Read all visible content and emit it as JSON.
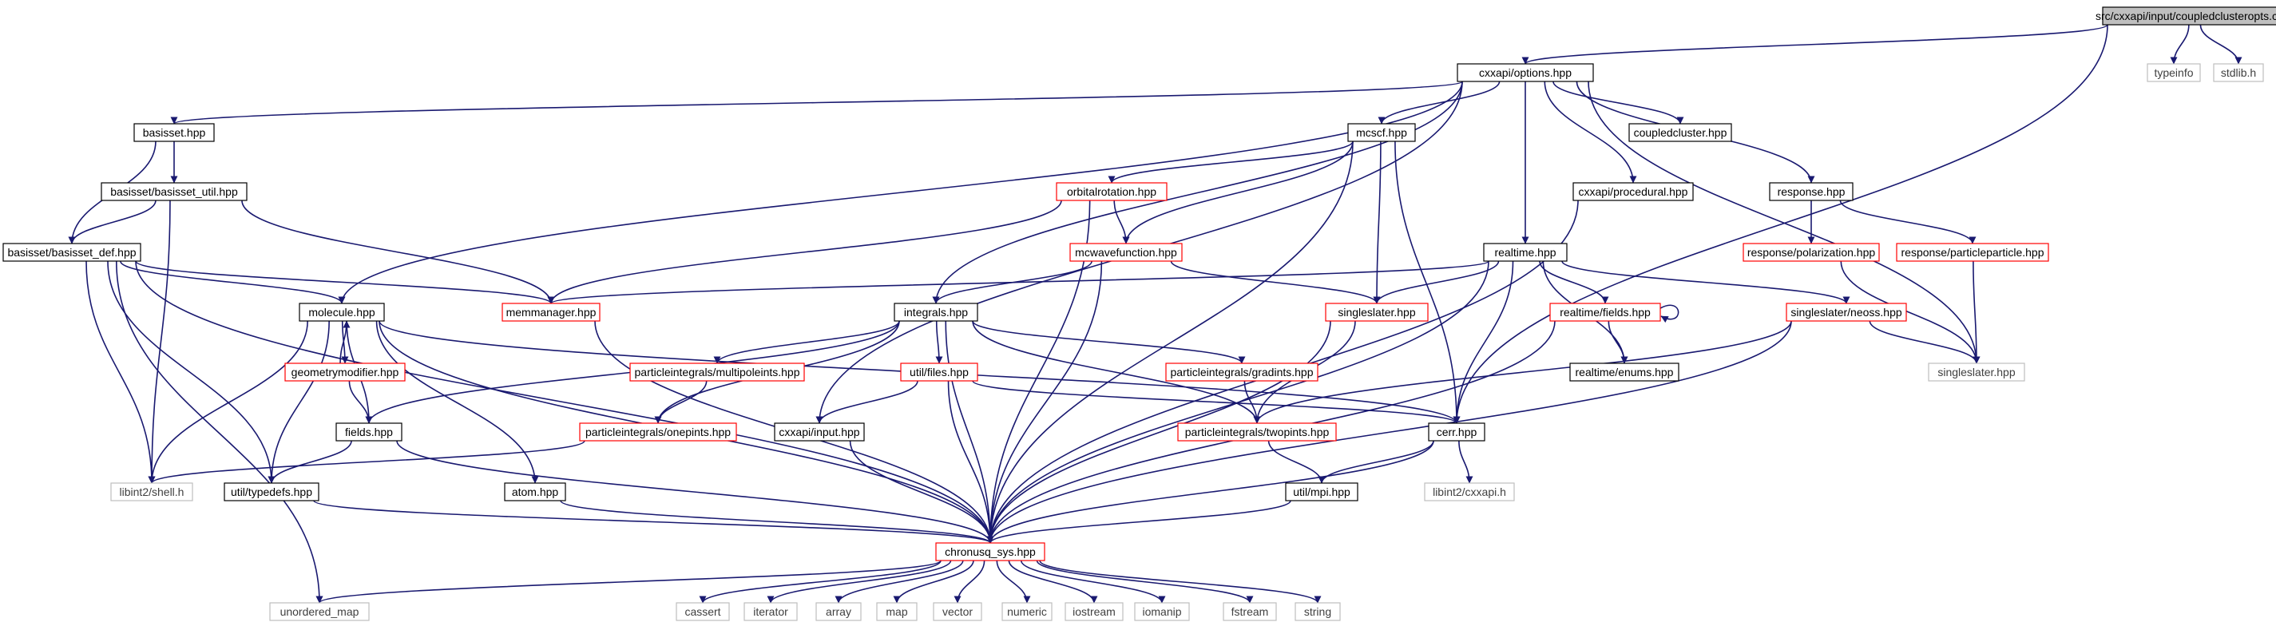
{
  "title": "src/cxxapi/input/coupledclusteropts.cxx",
  "colors": {
    "edge": "#191970",
    "border_normal": "#000000",
    "border_truncated": "#ff0000",
    "border_external": "#bfbfbf",
    "root_fill": "#bfbfbf",
    "background": "#ffffff"
  },
  "nodes": [
    {
      "id": "root",
      "label": "src/cxxapi/input/coupledclusteropts.cxx",
      "kind": "root"
    },
    {
      "id": "options",
      "label": "cxxapi/options.hpp",
      "kind": "normal"
    },
    {
      "id": "typeinfo",
      "label": "typeinfo",
      "kind": "external"
    },
    {
      "id": "stdlib",
      "label": "stdlib.h",
      "kind": "external"
    },
    {
      "id": "basisset",
      "label": "basisset.hpp",
      "kind": "normal"
    },
    {
      "id": "mcscf",
      "label": "mcscf.hpp",
      "kind": "normal"
    },
    {
      "id": "coupledcluster",
      "label": "coupledcluster.hpp",
      "kind": "normal"
    },
    {
      "id": "basisset_util",
      "label": "basisset/basisset_util.hpp",
      "kind": "normal"
    },
    {
      "id": "orbitalrotation",
      "label": "orbitalrotation.hpp",
      "kind": "truncated"
    },
    {
      "id": "procedural",
      "label": "cxxapi/procedural.hpp",
      "kind": "normal"
    },
    {
      "id": "response",
      "label": "response.hpp",
      "kind": "normal"
    },
    {
      "id": "basisset_def",
      "label": "basisset/basisset_def.hpp",
      "kind": "normal"
    },
    {
      "id": "mcwavefunction",
      "label": "mcwavefunction.hpp",
      "kind": "truncated"
    },
    {
      "id": "realtime",
      "label": "realtime.hpp",
      "kind": "normal"
    },
    {
      "id": "polarization",
      "label": "response/polarization.hpp",
      "kind": "truncated"
    },
    {
      "id": "particleparticle",
      "label": "response/particleparticle.hpp",
      "kind": "truncated"
    },
    {
      "id": "molecule",
      "label": "molecule.hpp",
      "kind": "normal"
    },
    {
      "id": "memmanager",
      "label": "memmanager.hpp",
      "kind": "truncated"
    },
    {
      "id": "integrals",
      "label": "integrals.hpp",
      "kind": "normal"
    },
    {
      "id": "singleslater",
      "label": "singleslater.hpp",
      "kind": "truncated"
    },
    {
      "id": "rt_fields",
      "label": "realtime/fields.hpp",
      "kind": "truncated"
    },
    {
      "id": "neoss",
      "label": "singleslater/neoss.hpp",
      "kind": "truncated"
    },
    {
      "id": "geommod",
      "label": "geometrymodifier.hpp",
      "kind": "truncated"
    },
    {
      "id": "multipoleints",
      "label": "particleintegrals/multipoleints.hpp",
      "kind": "truncated"
    },
    {
      "id": "utilfiles",
      "label": "util/files.hpp",
      "kind": "truncated"
    },
    {
      "id": "gradints",
      "label": "particleintegrals/gradints.hpp",
      "kind": "truncated"
    },
    {
      "id": "rt_enums",
      "label": "realtime/enums.hpp",
      "kind": "normal"
    },
    {
      "id": "singleslater_ext",
      "label": "singleslater.hpp",
      "kind": "external"
    },
    {
      "id": "fields",
      "label": "fields.hpp",
      "kind": "normal"
    },
    {
      "id": "onepints",
      "label": "particleintegrals/onepints.hpp",
      "kind": "truncated"
    },
    {
      "id": "cxxinput",
      "label": "cxxapi/input.hpp",
      "kind": "normal"
    },
    {
      "id": "twopints",
      "label": "particleintegrals/twopints.hpp",
      "kind": "truncated"
    },
    {
      "id": "cerr",
      "label": "cerr.hpp",
      "kind": "normal"
    },
    {
      "id": "shell",
      "label": "libint2/shell.h",
      "kind": "external"
    },
    {
      "id": "typedefs",
      "label": "util/typedefs.hpp",
      "kind": "normal"
    },
    {
      "id": "atom",
      "label": "atom.hpp",
      "kind": "normal"
    },
    {
      "id": "cxxapi_h",
      "label": "libint2/cxxapi.h",
      "kind": "external"
    },
    {
      "id": "mpi",
      "label": "util/mpi.hpp",
      "kind": "normal"
    },
    {
      "id": "sys",
      "label": "chronusq_sys.hpp",
      "kind": "truncated"
    },
    {
      "id": "unordered_map",
      "label": "unordered_map",
      "kind": "external"
    },
    {
      "id": "cassert",
      "label": "cassert",
      "kind": "external"
    },
    {
      "id": "iterator",
      "label": "iterator",
      "kind": "external"
    },
    {
      "id": "array",
      "label": "array",
      "kind": "external"
    },
    {
      "id": "map",
      "label": "map",
      "kind": "external"
    },
    {
      "id": "vector",
      "label": "vector",
      "kind": "external"
    },
    {
      "id": "numeric",
      "label": "numeric",
      "kind": "external"
    },
    {
      "id": "iostream",
      "label": "iostream",
      "kind": "external"
    },
    {
      "id": "iomanip",
      "label": "iomanip",
      "kind": "external"
    },
    {
      "id": "fstream",
      "label": "fstream",
      "kind": "external"
    },
    {
      "id": "string",
      "label": "string",
      "kind": "external"
    }
  ],
  "edges": [
    [
      "root",
      "options"
    ],
    [
      "root",
      "typeinfo"
    ],
    [
      "root",
      "stdlib"
    ],
    [
      "root",
      "cerr"
    ],
    [
      "options",
      "basisset"
    ],
    [
      "options",
      "mcscf"
    ],
    [
      "options",
      "coupledcluster"
    ],
    [
      "options",
      "procedural"
    ],
    [
      "options",
      "response"
    ],
    [
      "options",
      "realtime"
    ],
    [
      "options",
      "molecule"
    ],
    [
      "options",
      "integrals"
    ],
    [
      "options",
      "cxxinput"
    ],
    [
      "options",
      "singleslater_ext"
    ],
    [
      "basisset",
      "basisset_util"
    ],
    [
      "basisset",
      "basisset_def"
    ],
    [
      "basisset_util",
      "basisset_def"
    ],
    [
      "basisset_util",
      "memmanager"
    ],
    [
      "basisset_util",
      "shell"
    ],
    [
      "basisset_def",
      "molecule"
    ],
    [
      "basisset_def",
      "memmanager"
    ],
    [
      "basisset_def",
      "shell"
    ],
    [
      "basisset_def",
      "typedefs"
    ],
    [
      "basisset_def",
      "sys"
    ],
    [
      "basisset_def",
      "unordered_map"
    ],
    [
      "mcscf",
      "orbitalrotation"
    ],
    [
      "mcscf",
      "mcwavefunction"
    ],
    [
      "mcscf",
      "singleslater"
    ],
    [
      "mcscf",
      "cerr"
    ],
    [
      "mcscf",
      "sys"
    ],
    [
      "orbitalrotation",
      "mcwavefunction"
    ],
    [
      "orbitalrotation",
      "memmanager"
    ],
    [
      "orbitalrotation",
      "sys"
    ],
    [
      "mcwavefunction",
      "integrals"
    ],
    [
      "mcwavefunction",
      "singleslater"
    ],
    [
      "mcwavefunction",
      "sys"
    ],
    [
      "procedural",
      "sys"
    ],
    [
      "response",
      "polarization"
    ],
    [
      "response",
      "particleparticle"
    ],
    [
      "polarization",
      "singleslater_ext"
    ],
    [
      "particleparticle",
      "singleslater_ext"
    ],
    [
      "realtime",
      "memmanager"
    ],
    [
      "realtime",
      "singleslater"
    ],
    [
      "realtime",
      "rt_fields"
    ],
    [
      "realtime",
      "neoss"
    ],
    [
      "realtime",
      "rt_enums"
    ],
    [
      "realtime",
      "cerr"
    ],
    [
      "realtime",
      "sys"
    ],
    [
      "rt_fields",
      "rt_fields"
    ],
    [
      "rt_fields",
      "rt_enums"
    ],
    [
      "rt_fields",
      "sys"
    ],
    [
      "neoss",
      "singleslater_ext"
    ],
    [
      "neoss",
      "twopints"
    ],
    [
      "neoss",
      "sys"
    ],
    [
      "molecule",
      "geommod"
    ],
    [
      "molecule",
      "fields"
    ],
    [
      "molecule",
      "atom"
    ],
    [
      "molecule",
      "shell"
    ],
    [
      "molecule",
      "typedefs"
    ],
    [
      "molecule",
      "cerr"
    ],
    [
      "molecule",
      "sys"
    ],
    [
      "geommod",
      "molecule"
    ],
    [
      "geommod",
      "fields"
    ],
    [
      "fields",
      "typedefs"
    ],
    [
      "fields",
      "sys"
    ],
    [
      "memmanager",
      "sys"
    ],
    [
      "integrals",
      "multipoleints"
    ],
    [
      "integrals",
      "utilfiles"
    ],
    [
      "integrals",
      "gradints"
    ],
    [
      "integrals",
      "onepints"
    ],
    [
      "integrals",
      "twopints"
    ],
    [
      "integrals",
      "fields"
    ],
    [
      "integrals",
      "sys"
    ],
    [
      "multipoleints",
      "onepints"
    ],
    [
      "onepints",
      "shell"
    ],
    [
      "utilfiles",
      "cxxinput"
    ],
    [
      "utilfiles",
      "cerr"
    ],
    [
      "utilfiles",
      "sys"
    ],
    [
      "gradints",
      "twopints"
    ],
    [
      "singleslater",
      "twopints"
    ],
    [
      "singleslater",
      "sys"
    ],
    [
      "twopints",
      "mpi"
    ],
    [
      "cxxinput",
      "sys"
    ],
    [
      "cerr",
      "cxxapi_h"
    ],
    [
      "cerr",
      "mpi"
    ],
    [
      "cerr",
      "sys"
    ],
    [
      "mpi",
      "sys"
    ],
    [
      "atom",
      "sys"
    ],
    [
      "typedefs",
      "sys"
    ],
    [
      "sys",
      "unordered_map"
    ],
    [
      "sys",
      "cassert"
    ],
    [
      "sys",
      "iterator"
    ],
    [
      "sys",
      "array"
    ],
    [
      "sys",
      "map"
    ],
    [
      "sys",
      "vector"
    ],
    [
      "sys",
      "numeric"
    ],
    [
      "sys",
      "iostream"
    ],
    [
      "sys",
      "iomanip"
    ],
    [
      "sys",
      "fstream"
    ],
    [
      "sys",
      "string"
    ]
  ]
}
